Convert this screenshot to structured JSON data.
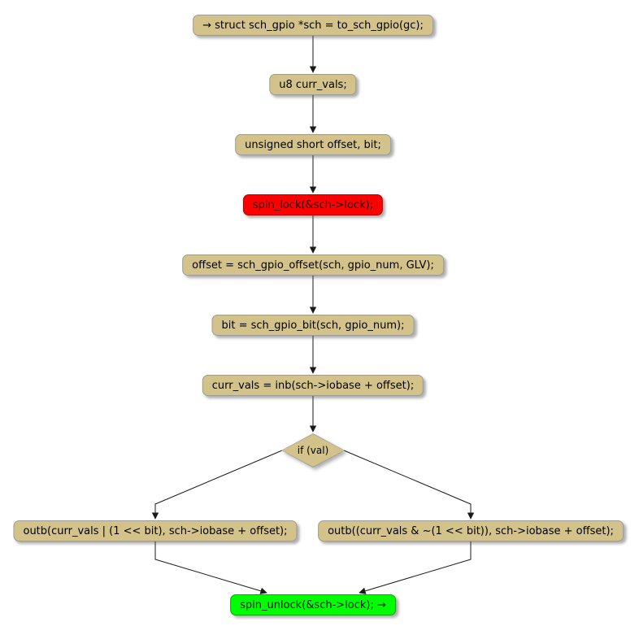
{
  "diagram": {
    "type": "activity-flowchart",
    "nodes": [
      {
        "id": "start-assign",
        "type": "activity",
        "label": "→ struct sch_gpio *sch = to_sch_gpio(gc);"
      },
      {
        "id": "decl-curr-vals",
        "type": "activity",
        "label": "u8 curr_vals;"
      },
      {
        "id": "decl-offset-bit",
        "type": "activity",
        "label": "unsigned short offset, bit;"
      },
      {
        "id": "spin-lock",
        "type": "activity",
        "label": "spin_lock(&sch->lock);"
      },
      {
        "id": "offset-assign",
        "type": "activity",
        "label": "offset = sch_gpio_offset(sch, gpio_num, GLV);"
      },
      {
        "id": "bit-assign",
        "type": "activity",
        "label": "bit = sch_gpio_bit(sch, gpio_num);"
      },
      {
        "id": "curr-vals-read",
        "type": "activity",
        "label": "curr_vals = inb(sch->iobase + offset);"
      },
      {
        "id": "if-val",
        "type": "decision",
        "label": "if (val)"
      },
      {
        "id": "outb-set",
        "type": "activity",
        "label": "outb(curr_vals | (1 << bit), sch->iobase + offset);"
      },
      {
        "id": "outb-clear",
        "type": "activity",
        "label": "outb((curr_vals & ~(1 << bit)), sch->iobase + offset);"
      },
      {
        "id": "spin-unlock",
        "type": "activity",
        "label": "spin_unlock(&sch->lock); →"
      }
    ],
    "edges": [
      "start-assign -> decl-curr-vals",
      "decl-curr-vals -> decl-offset-bit",
      "decl-offset-bit -> spin-lock",
      "spin-lock -> offset-assign",
      "offset-assign -> bit-assign",
      "bit-assign -> curr-vals-read",
      "curr-vals-read -> if-val",
      "if-val -> outb-set",
      "if-val -> outb-clear",
      "outb-set -> spin-unlock",
      "outb-clear -> spin-unlock"
    ]
  },
  "colors": {
    "node_fill": "#d3c38b",
    "node_border": "#9b9b9b",
    "text_color": "#000000",
    "lock_fill": "#ff0000",
    "lock_border": "#b20000",
    "lock_text": "#1a0000",
    "unlock_fill": "#00ff00",
    "unlock_border": "#0ca20c",
    "unlock_text": "#001a00",
    "edge_color": "#1a1a1a"
  }
}
